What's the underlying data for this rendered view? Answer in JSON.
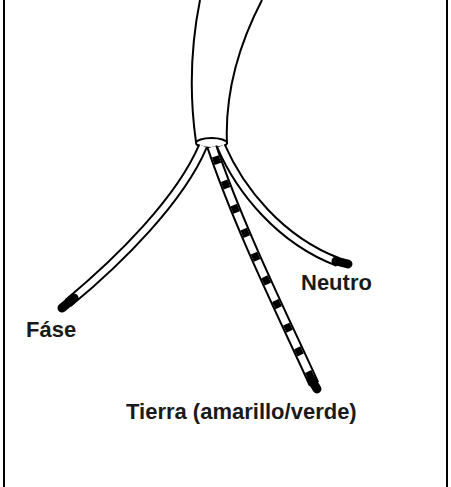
{
  "diagram": {
    "labels": [
      "Fáse",
      "Neutro",
      "Tierra (amarillo/verde)"
    ]
  }
}
